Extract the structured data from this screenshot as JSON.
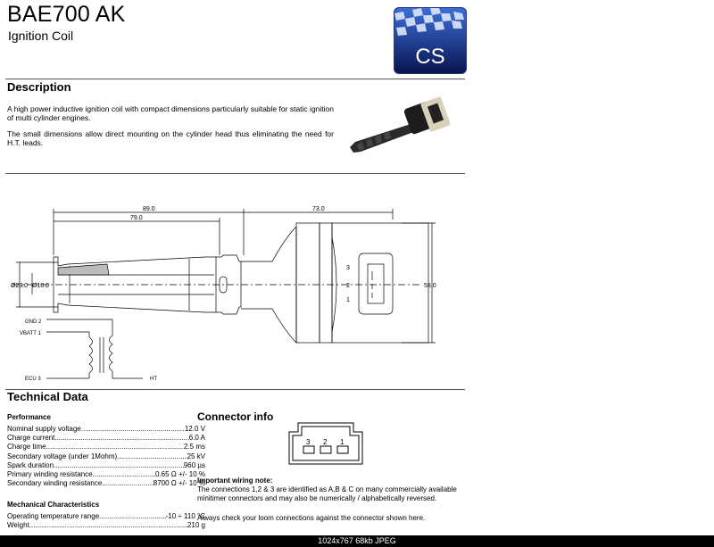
{
  "header": {
    "title": "BAE700 AK",
    "subtitle": "Ignition Coil",
    "logo_text": "CS"
  },
  "description": {
    "heading": "Description",
    "para1": "A high power inductive ignition coil with compact dimensions particularly suitable for static ignition of multi cylinder engines.",
    "para2": "The small dimensions allow direct mounting on the cylinder head thus eliminating the need for H.T. leads."
  },
  "drawing": {
    "dim_89": "89.0",
    "dim_79": "79.0",
    "dim_73": "73.0",
    "dim_58": "58.0",
    "dia_23": "Ø23.0",
    "dia_10": "Ø10.0",
    "pin3": "3",
    "pin2": "2",
    "pin1": "1",
    "gnd": "GND 2",
    "vbatt": "VBATT 1",
    "ecu": "ECU 3",
    "ht": "HT"
  },
  "technical": {
    "heading": "Technical Data",
    "performance_heading": "Performance",
    "performance": [
      {
        "label": "Nominal supply voltage ",
        "value": "12.0 V"
      },
      {
        "label": "Charge current ",
        "value": "6.0 A"
      },
      {
        "label": "Charge time",
        "value": "2.5 ms"
      },
      {
        "label": "Secondary voltage (under 1Mohm)",
        "value": "25 kV"
      },
      {
        "label": "Spark duration",
        "value": "960 µs"
      },
      {
        "label": "Primary winding resistance ",
        "value": "0.65 Ω +/- 10 %"
      },
      {
        "label": "Secondary winding resistance ",
        "value": "8700 Ω +/- 10 %"
      }
    ],
    "mechanical_heading": "Mechanical Characteristics",
    "mechanical": [
      {
        "label": "Operating temperature range ",
        "value": "-10 ÷ 110 °C"
      },
      {
        "label": "Weight",
        "value": "210 g"
      }
    ]
  },
  "connector": {
    "heading": "Connector info",
    "pins": [
      "3",
      "2",
      "1"
    ],
    "wiring_heading": "Important wiring note:",
    "wiring_text": "The connections 1,2 & 3 are identified as A,B & C on many commercially available minitimer connectors and may also be numerically / alphabetically reversed.",
    "wiring_footer": "Always check your loom connections against the connector shown here."
  },
  "footer": {
    "text": "1024x767  68kb  JPEG"
  },
  "colors": {
    "logo_bg": "#101a5e",
    "footer_bg": "#000000"
  }
}
